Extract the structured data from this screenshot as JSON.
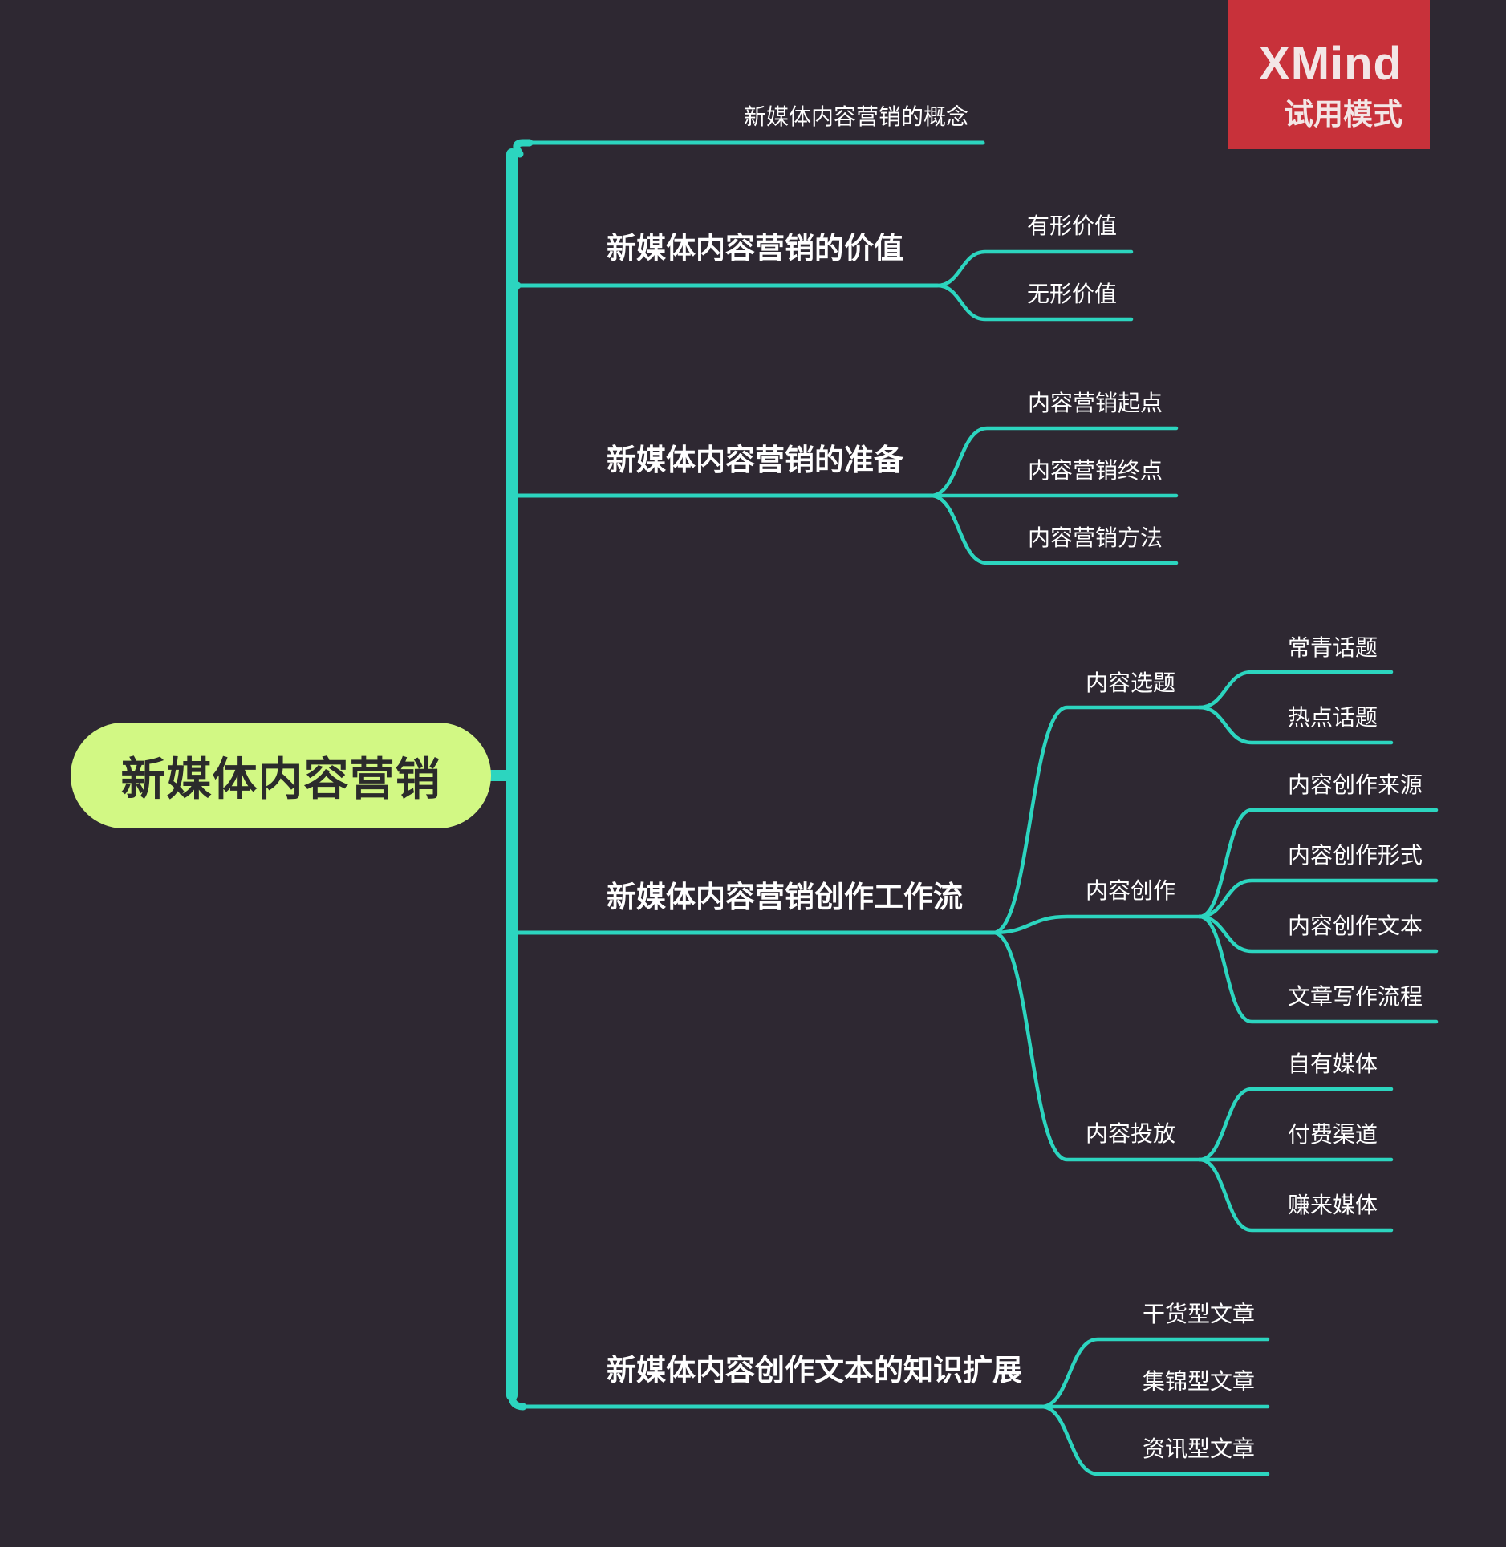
{
  "theme": {
    "background": "#2e2832",
    "branch": "#2cd5bf",
    "root_fill": "#d2f884",
    "badge": "#c8313a"
  },
  "watermark": {
    "brand": "XMind",
    "mode": "试用模式"
  },
  "map": {
    "root": "新媒体内容营销",
    "branches": [
      {
        "label": "新媒体内容营销的概念",
        "children": []
      },
      {
        "label": "新媒体内容营销的价值",
        "children": [
          {
            "label": "有形价值",
            "children": []
          },
          {
            "label": "无形价值",
            "children": []
          }
        ]
      },
      {
        "label": "新媒体内容营销的准备",
        "children": [
          {
            "label": "内容营销起点",
            "children": []
          },
          {
            "label": "内容营销终点",
            "children": []
          },
          {
            "label": "内容营销方法",
            "children": []
          }
        ]
      },
      {
        "label": "新媒体内容营销创作工作流",
        "children": [
          {
            "label": "内容选题",
            "children": [
              {
                "label": "常青话题"
              },
              {
                "label": "热点话题"
              }
            ]
          },
          {
            "label": "内容创作",
            "children": [
              {
                "label": "内容创作来源"
              },
              {
                "label": "内容创作形式"
              },
              {
                "label": "内容创作文本"
              },
              {
                "label": "文章写作流程"
              }
            ]
          },
          {
            "label": "内容投放",
            "children": [
              {
                "label": "自有媒体"
              },
              {
                "label": "付费渠道"
              },
              {
                "label": "赚来媒体"
              }
            ]
          }
        ]
      },
      {
        "label": "新媒体内容创作文本的知识扩展",
        "children": [
          {
            "label": "干货型文章",
            "children": []
          },
          {
            "label": "集锦型文章",
            "children": []
          },
          {
            "label": "资讯型文章",
            "children": []
          }
        ]
      }
    ]
  }
}
